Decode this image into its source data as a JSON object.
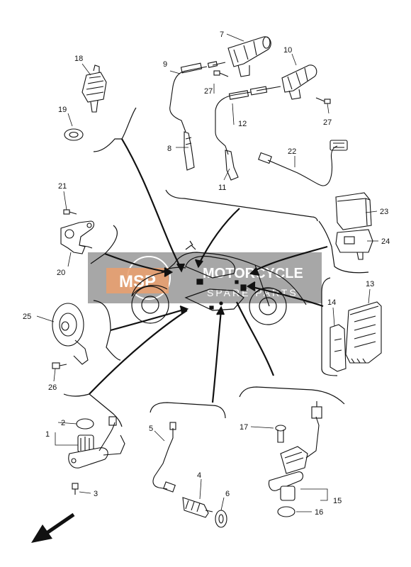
{
  "diagram": {
    "callouts": [
      {
        "id": "c1",
        "label": "1"
      },
      {
        "id": "c2",
        "label": "2"
      },
      {
        "id": "c3",
        "label": "3"
      },
      {
        "id": "c4",
        "label": "4"
      },
      {
        "id": "c5",
        "label": "5"
      },
      {
        "id": "c6",
        "label": "6"
      },
      {
        "id": "c7",
        "label": "7"
      },
      {
        "id": "c8",
        "label": "8"
      },
      {
        "id": "c9",
        "label": "9"
      },
      {
        "id": "c10",
        "label": "10"
      },
      {
        "id": "c11",
        "label": "11"
      },
      {
        "id": "c12",
        "label": "12"
      },
      {
        "id": "c13",
        "label": "13"
      },
      {
        "id": "c14",
        "label": "14"
      },
      {
        "id": "c15",
        "label": "15"
      },
      {
        "id": "c16",
        "label": "16"
      },
      {
        "id": "c17",
        "label": "17"
      },
      {
        "id": "c18",
        "label": "18"
      },
      {
        "id": "c19",
        "label": "19"
      },
      {
        "id": "c20",
        "label": "20"
      },
      {
        "id": "c21",
        "label": "21"
      },
      {
        "id": "c22",
        "label": "22"
      },
      {
        "id": "c23",
        "label": "23"
      },
      {
        "id": "c24",
        "label": "24"
      },
      {
        "id": "c25",
        "label": "25"
      },
      {
        "id": "c26",
        "label": "26"
      },
      {
        "id": "c27a",
        "label": "27"
      },
      {
        "id": "c27b",
        "label": "27"
      }
    ]
  },
  "watermark": {
    "logo_text": "MSP",
    "title": "MOTORCYCLE",
    "subtitle": "SPARE PARTS",
    "band_color": "#8a8a8a",
    "logo_color": "#e8a070"
  },
  "colors": {
    "line": "#111111",
    "background": "#ffffff"
  }
}
